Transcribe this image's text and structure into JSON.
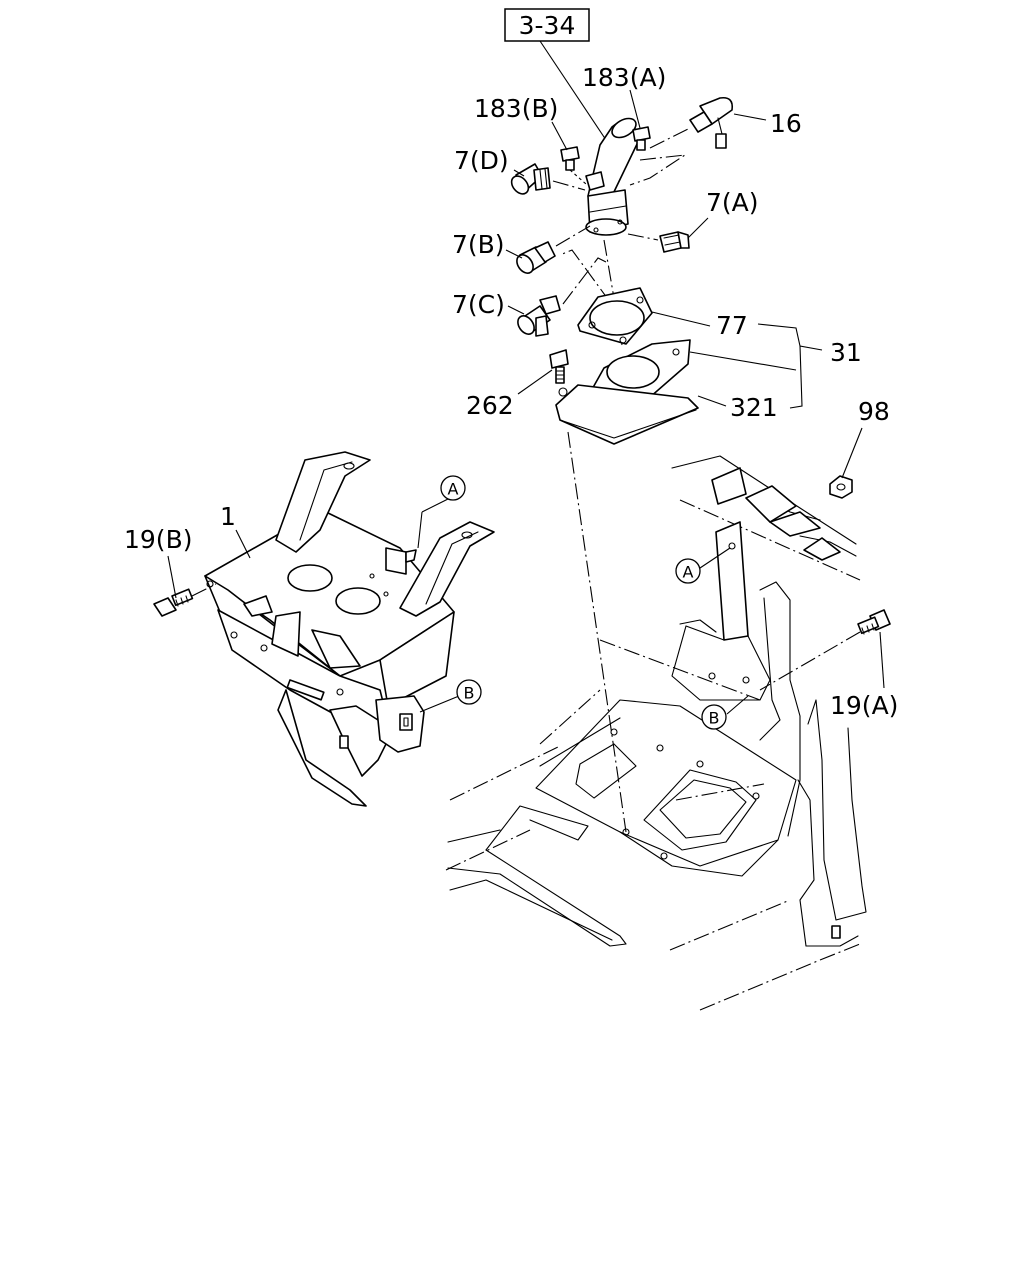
{
  "reference_box": "3-34",
  "labels": {
    "l183A": "183(A)",
    "l183B": "183(B)",
    "l16": "16",
    "l7D": "7(D)",
    "l7A": "7(A)",
    "l7B": "7(B)",
    "l7C": "7(C)",
    "l77": "77",
    "l31": "31",
    "l321": "321",
    "l262": "262",
    "l98": "98",
    "l1": "1",
    "l19B": "19(B)",
    "l19A": "19(A)"
  },
  "callouts": {
    "A": "A",
    "B": "B"
  }
}
